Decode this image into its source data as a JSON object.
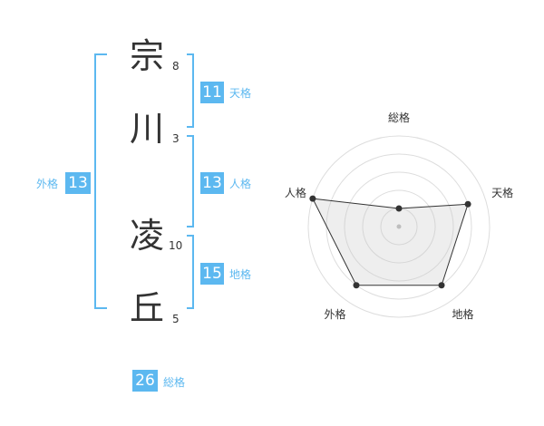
{
  "name": {
    "chars": [
      {
        "char": "宗",
        "strokes": "8"
      },
      {
        "char": "川",
        "strokes": "3"
      },
      {
        "char": "凌",
        "strokes": "10"
      },
      {
        "char": "丘",
        "strokes": "5"
      }
    ]
  },
  "fortune": {
    "tenkaku": {
      "value": "11",
      "label": "天格"
    },
    "jinkaku": {
      "value": "13",
      "label": "人格"
    },
    "chikaku": {
      "value": "15",
      "label": "地格"
    },
    "gaikaku": {
      "value": "13",
      "label": "外格"
    },
    "soukaku": {
      "value": "26",
      "label": "総格"
    }
  },
  "colors": {
    "accent": "#5cb8f0",
    "text": "#333333",
    "grid": "#dddddd",
    "fill": "#eeeeee"
  },
  "chart_data": {
    "type": "radar",
    "axes": [
      "総格",
      "天格",
      "地格",
      "外格",
      "人格"
    ],
    "max": 5,
    "values": [
      1,
      4,
      4,
      4,
      5
    ]
  }
}
